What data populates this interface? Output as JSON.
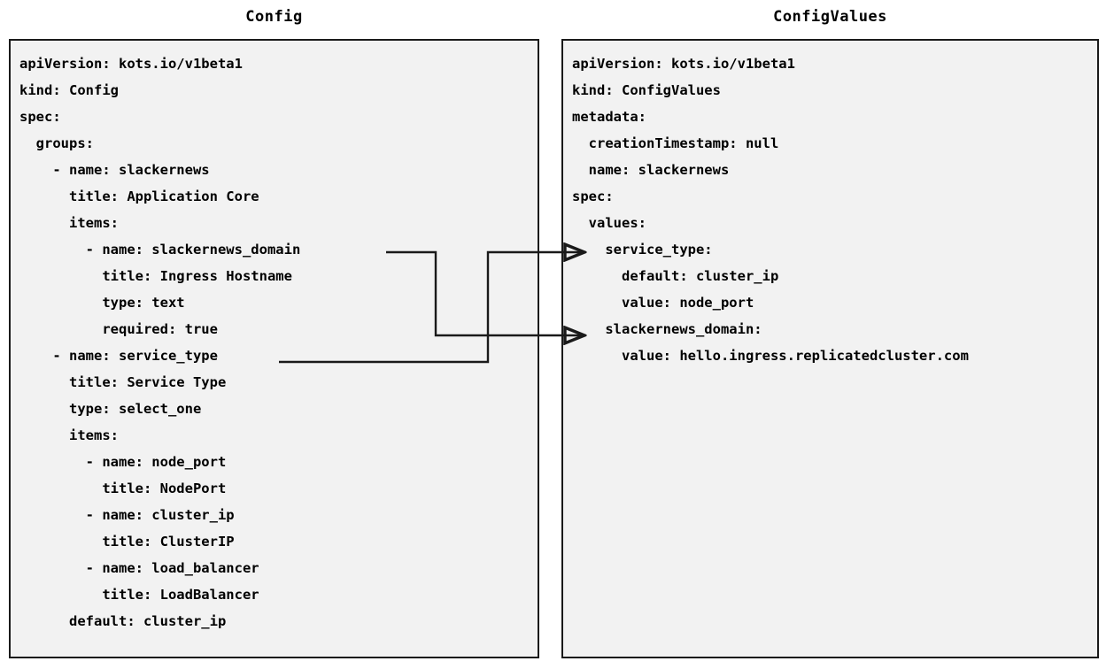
{
  "diagram": {
    "type": "yaml-mapping-diagram",
    "background_color": "#ffffff",
    "panel_background_color": "#f2f2f2",
    "panel_border_color": "#1a1a1a",
    "connector_color": "#1a1a1a"
  },
  "panels": {
    "left": {
      "title": "Config",
      "code": "apiVersion: kots.io/v1beta1\nkind: Config\nspec:\n  groups:\n    - name: slackernews\n      title: Application Core\n      items:\n        - name: slackernews_domain\n          title: Ingress Hostname\n          type: text\n          required: true\n    - name: service_type\n      title: Service Type\n      type: select_one\n      items:\n        - name: node_port\n          title: NodePort\n        - name: cluster_ip\n          title: ClusterIP\n        - name: load_balancer\n          title: LoadBalancer\n      default: cluster_ip",
      "lines": [
        "apiVersion: kots.io/v1beta1",
        "kind: Config",
        "spec:",
        "  groups:",
        "    - name: slackernews",
        "      title: Application Core",
        "      items:",
        "        - name: slackernews_domain",
        "          title: Ingress Hostname",
        "          type: text",
        "          required: true",
        "    - name: service_type",
        "      title: Service Type",
        "      type: select_one",
        "      items:",
        "        - name: node_port",
        "          title: NodePort",
        "        - name: cluster_ip",
        "          title: ClusterIP",
        "        - name: load_balancer",
        "          title: LoadBalancer",
        "      default: cluster_ip"
      ]
    },
    "right": {
      "title": "ConfigValues",
      "code": "apiVersion: kots.io/v1beta1\nkind: ConfigValues\nmetadata:\n  creationTimestamp: null\n  name: slackernews\nspec:\n  values:\n    service_type:\n      default: cluster_ip\n      value: node_port\n    slackernews_domain:\n      value: hello.ingress.replicatedcluster.com",
      "lines": [
        "apiVersion: kots.io/v1beta1",
        "kind: ConfigValues",
        "metadata:",
        "  creationTimestamp: null",
        "  name: slackernews",
        "spec:",
        "  values:",
        "    service_type:",
        "      default: cluster_ip",
        "      value: node_port",
        "    slackernews_domain:",
        "      value: hello.ingress.replicatedcluster.com"
      ]
    }
  },
  "connectors": [
    {
      "name": "slackernews-domain-connector",
      "from_label": "slackernews_domain",
      "to_label": "slackernews_domain:",
      "from_panel": "Config",
      "to_panel": "ConfigValues",
      "arrowhead": "open-triangle"
    },
    {
      "name": "service-type-connector",
      "from_label": "service_type",
      "to_label": "service_type:",
      "from_panel": "Config",
      "to_panel": "ConfigValues",
      "arrowhead": "open-triangle"
    }
  ]
}
